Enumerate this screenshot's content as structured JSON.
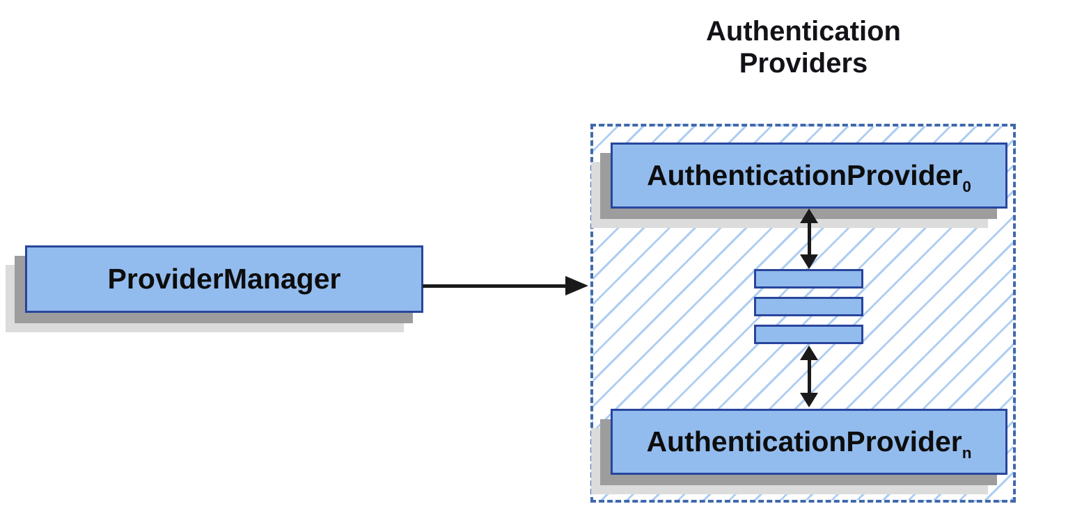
{
  "title": {
    "line1": "Authentication",
    "line2": "Providers"
  },
  "nodes": {
    "provider_manager": {
      "label": "ProviderManager"
    },
    "auth_provider_first": {
      "label": "AuthenticationProvider",
      "subscript": "0"
    },
    "auth_provider_last": {
      "label": "AuthenticationProvider",
      "subscript": "n"
    }
  },
  "colors": {
    "background": "#ffffff",
    "node_fill": "#93bcee",
    "node_border": "#28459c",
    "group_border": "#4169ac",
    "hatch_line": "#aecdf2",
    "shadow_dark": "#9d9d9d",
    "shadow_light": "#dcdcdc",
    "arrow": "#1a1a1a",
    "text": "#121218"
  }
}
